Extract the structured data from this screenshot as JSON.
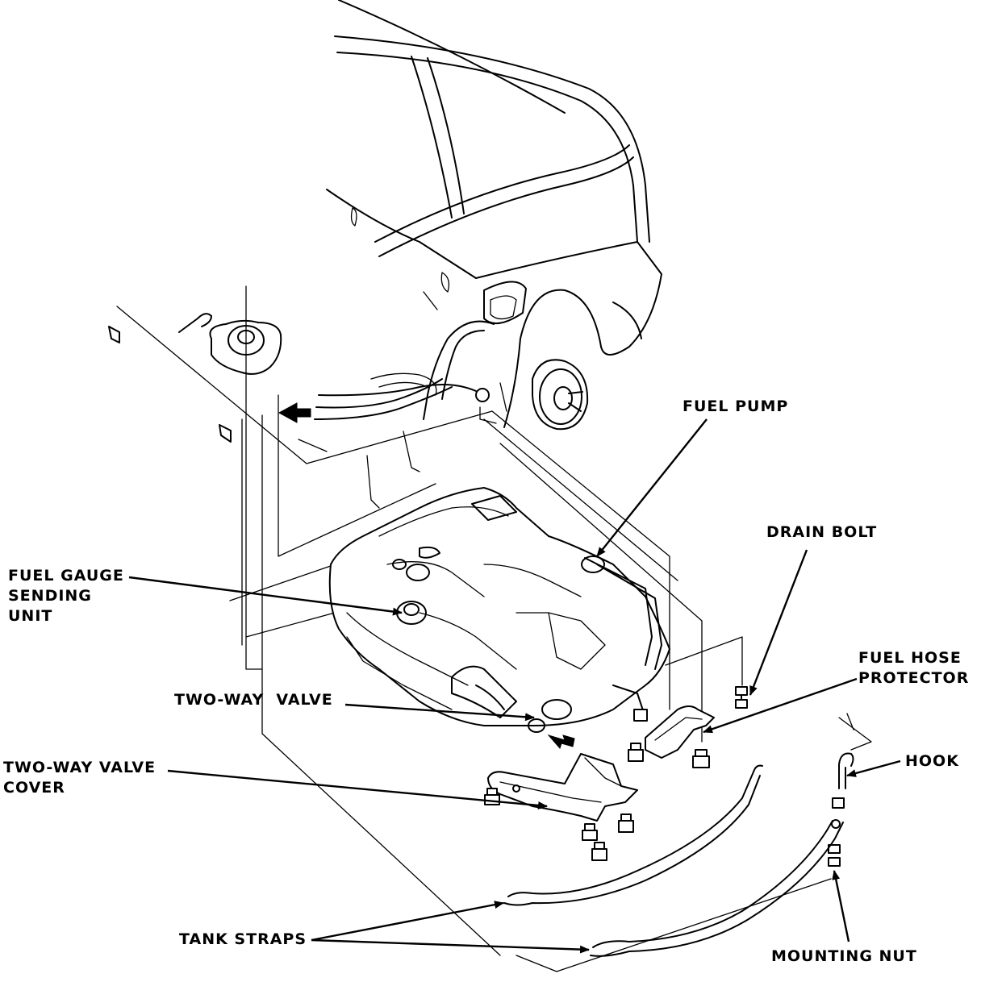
{
  "labels": {
    "fuel_pump": "FUEL PUMP",
    "drain_bolt": "DRAIN BOLT",
    "fuel_gauge_sending_unit": [
      "FUEL GAUGE",
      "SENDING",
      "UNIT"
    ],
    "fuel_hose_protector": [
      "FUEL HOSE",
      "PROTECTOR"
    ],
    "two_way_valve": "TWO-WAY  VALVE",
    "hook": "HOOK",
    "two_way_valve_cover": [
      "TWO-WAY VALVE",
      "COVER"
    ],
    "tank_straps": "TANK STRAPS",
    "mounting_nut": "MOUNTING NUT"
  }
}
